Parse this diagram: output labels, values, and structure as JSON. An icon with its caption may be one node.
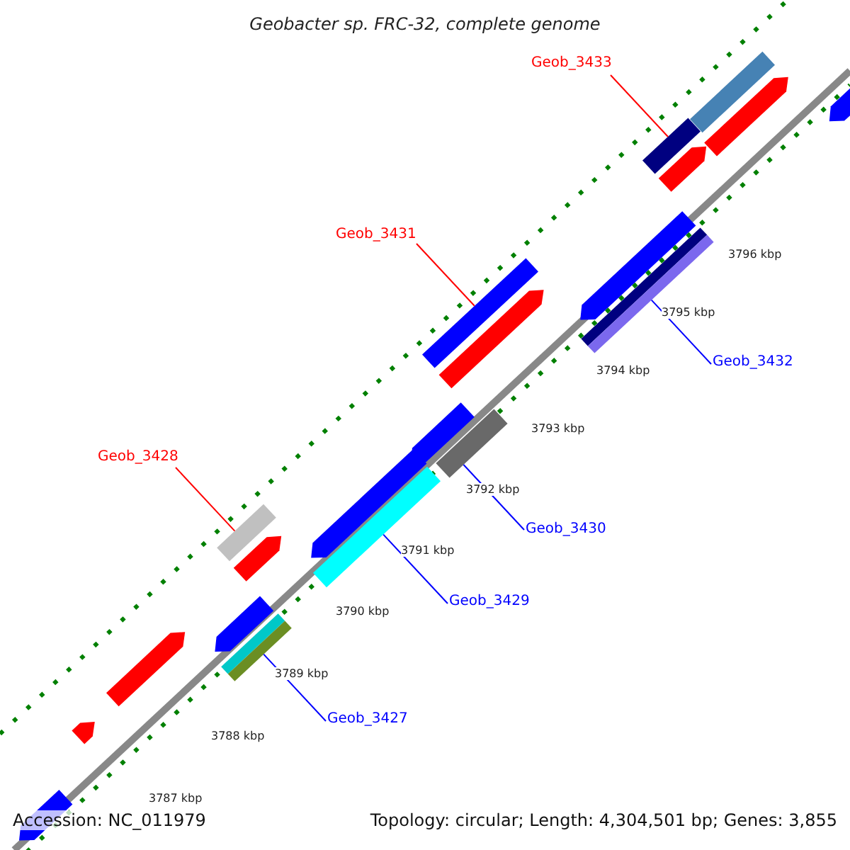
{
  "diagram": {
    "title": "Geobacter sp. FRC-32, complete genome",
    "nodes": [
      {
        "text": [
          "Geob_3433"
        ]
      },
      {
        "text": [
          "Geob_3431"
        ]
      },
      {
        "text": [
          "Geob_3428"
        ]
      },
      {
        "text": [
          "Geob_3432"
        ]
      },
      {
        "text": [
          "Geob_3430"
        ]
      },
      {
        "text": [
          "Geob_3429"
        ]
      },
      {
        "text": [
          "Geob_3427"
        ]
      },
      {
        "text": [],
        "shape": "bar"
      },
      {
        "text": [],
        "shape": "bar"
      },
      {
        "text": [],
        "shape": "bar"
      },
      {
        "text": [],
        "shape": "bar"
      },
      {
        "text": [],
        "shape": "bar"
      },
      {
        "text": [],
        "shape": "bar"
      },
      {
        "text": [],
        "shape": "bar"
      },
      {
        "text": [],
        "shape": "bar"
      },
      {
        "text": [],
        "shape": "bar"
      },
      {
        "text": [],
        "shape": "bar"
      },
      {
        "text": [],
        "shape": "bar"
      },
      {
        "text": [],
        "shape": "bar"
      },
      {
        "text": [],
        "shape": "bar"
      },
      {
        "text": [],
        "shape": "bar"
      },
      {
        "text": [],
        "shape": "bar"
      },
      {
        "text": [],
        "shape": "bar"
      },
      {
        "text": [],
        "shape": "bar"
      },
      {
        "text": [],
        "shape": "bar"
      },
      {
        "text": [],
        "shape": "bar"
      },
      {
        "text": [],
        "shape": "bar"
      }
    ],
    "edges": [
      {
        "from": 0,
        "to": 7,
        "arrow": "none",
        "color": "#ff0000"
      },
      {
        "from": 1,
        "to": 8,
        "arrow": "none",
        "color": "#ff0000"
      },
      {
        "from": 2,
        "to": 9,
        "arrow": "none",
        "color": "#ff0000"
      },
      {
        "from": 3,
        "to": 10,
        "arrow": "none"
      },
      {
        "from": 4,
        "to": 11,
        "arrow": "none"
      },
      {
        "from": 5,
        "to": 12,
        "arrow": "none"
      },
      {
        "from": 6,
        "to": 13,
        "arrow": "none"
      }
    ],
    "labels": [
      "3796 kbp",
      "3795 kbp",
      "3794 kbp",
      "3793 kbp",
      "3792 kbp",
      "3791 kbp",
      "3790 kbp",
      "3789 kbp",
      "3788 kbp",
      "3787 kbp",
      "Accession: NC_011979",
      "Topology: circular; Length: 4,304,501 bp; Genes: 3,855"
    ]
  }
}
